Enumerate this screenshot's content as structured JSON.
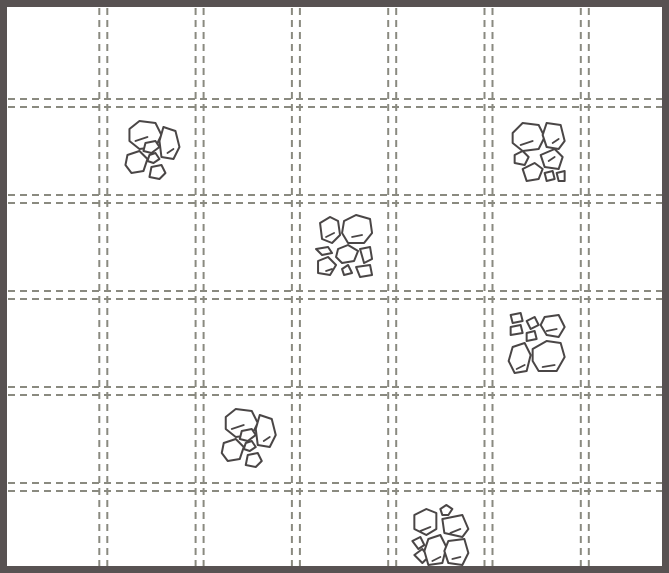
{
  "board": {
    "columns": 7,
    "rows": 6,
    "colors": {
      "frame": "#585252",
      "grid_line": "#8a8a80",
      "background": "#ffffff",
      "rock_outline": "#4a4646"
    },
    "rocks": [
      {
        "name": "rock-cluster-r1-c1",
        "row": 1,
        "col": 1,
        "variant": "a"
      },
      {
        "name": "rock-cluster-r1-c5",
        "row": 1,
        "col": 5,
        "variant": "b"
      },
      {
        "name": "rock-cluster-r2-c3",
        "row": 2,
        "col": 3,
        "variant": "c"
      },
      {
        "name": "rock-cluster-r3-c5",
        "row": 3,
        "col": 5,
        "variant": "d"
      },
      {
        "name": "rock-cluster-r4-c2",
        "row": 4,
        "col": 2,
        "variant": "a"
      },
      {
        "name": "rock-cluster-r5-c4",
        "row": 5,
        "col": 4,
        "variant": "e"
      }
    ]
  }
}
